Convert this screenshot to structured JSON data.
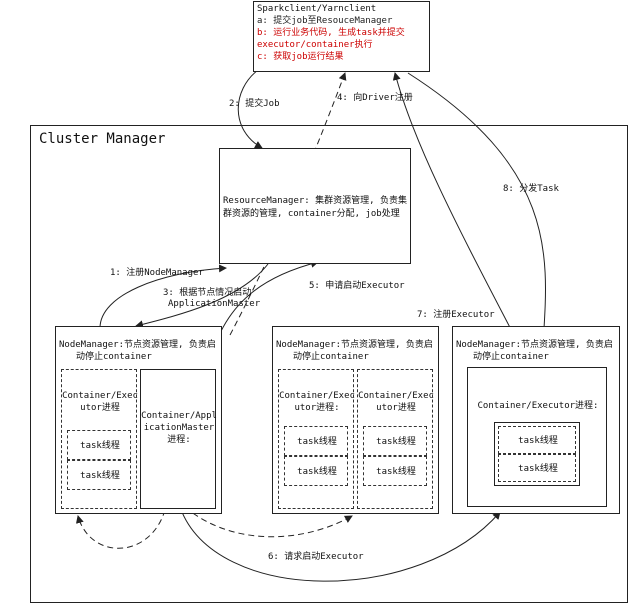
{
  "client": {
    "title": "Sparkclient/Yarnclient",
    "line_a": "a: 提交job至ResouceManager",
    "line_b1": "b: 运行业务代码, 生成task并提交",
    "line_b2": "executor/container执行",
    "line_c": "c: 获取job运行结果"
  },
  "cluster": {
    "title": "Cluster Manager"
  },
  "resource_manager": {
    "line1": "ResourceManager: 集群资源管理, 负责集",
    "line2": "群资源的管理, container分配, job处理"
  },
  "nodes": [
    {
      "line1": "NodeManager:节点资源管理, 负责启",
      "line2": "动停止container",
      "containers": [
        {
          "line1": "Container/Exec",
          "line2": "utor进程",
          "tasks": [
            "task线程",
            "task线程"
          ]
        }
      ],
      "app_master": {
        "line1": "Container/Appl",
        "line2": "icationMaster",
        "line3": "进程:"
      }
    },
    {
      "line1": "NodeManager:节点资源管理, 负责启",
      "line2": "动停止container",
      "containers": [
        {
          "line1": "Container/Exec",
          "line2": "utor进程:",
          "tasks": [
            "task线程",
            "task线程"
          ]
        },
        {
          "line1": "Container/Exec",
          "line2": "utor进程",
          "tasks": [
            "task线程",
            "task线程"
          ]
        }
      ]
    },
    {
      "line1": "NodeManager:节点资源管理, 负责启",
      "line2": "动停止container",
      "containers": [
        {
          "line1": "Container/Executor进程:",
          "tasks": [
            "task线程",
            "task线程"
          ]
        }
      ]
    }
  ],
  "arrows": {
    "a2": "2: 提交Job",
    "a4": "4: 向Driver注册",
    "a8": "8: 分发Task",
    "a1": "1: 注册NodeManager",
    "a3a": "3: 根据节点情况启动",
    "a3b": "ApplicationMaster",
    "a5": "5: 申请启动Executor",
    "a7": "7: 注册Executor",
    "a6": "6: 请求启动Executor"
  },
  "colors": {
    "client_red": "#cc0000",
    "line": "#222222"
  }
}
